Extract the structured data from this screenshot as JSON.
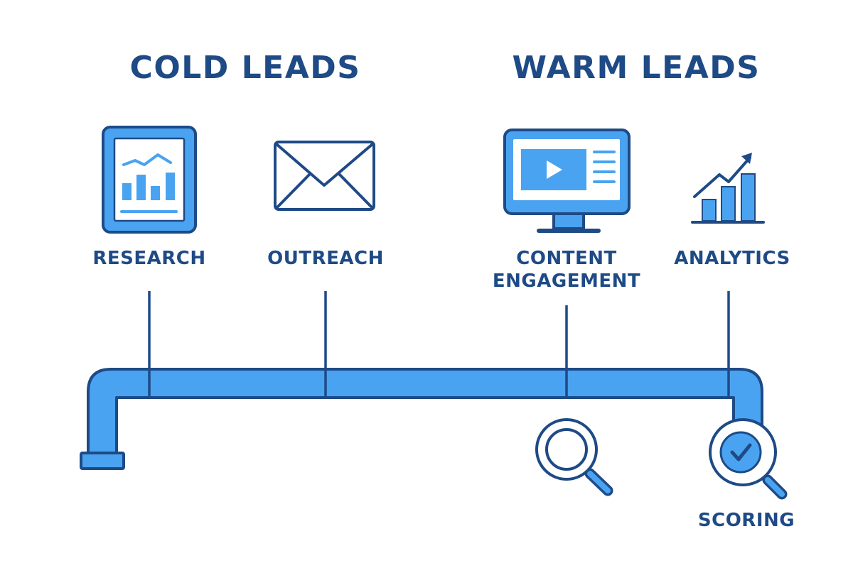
{
  "headings": {
    "cold": "COLD LEADS",
    "warm": "WARM LEADS"
  },
  "stages": {
    "research": "RESEARCH",
    "outreach": "OUTREACH",
    "content_line1": "CONTENT",
    "content_line2": "ENGAGEMENT",
    "analytics": "ANALYTICS",
    "scoring": "SCORING"
  },
  "icons": {
    "research": "report-chart-icon",
    "outreach": "envelope-icon",
    "content": "video-monitor-icon",
    "analytics": "growth-chart-icon",
    "search": "magnifier-icon",
    "scoring": "magnifier-check-icon"
  },
  "colors": {
    "navy": "#1e4a86",
    "blue": "#4aa3f0",
    "light": "#e4f1fd",
    "background": "#ffffff"
  }
}
